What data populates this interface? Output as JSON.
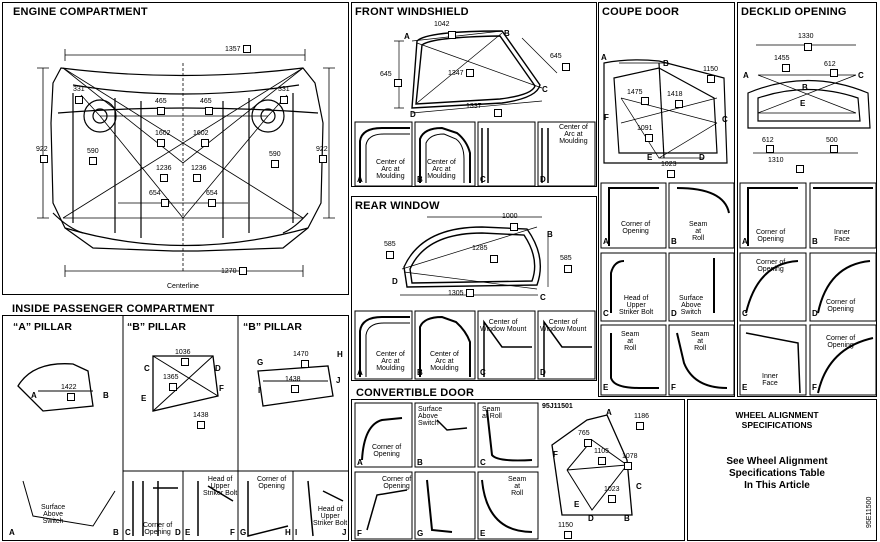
{
  "sections": {
    "engine": "ENGINE  COMPARTMENT",
    "front_windshield": "FRONT WINDSHIELD",
    "coupe_door": "COUPE DOOR",
    "decklid": "DECKLID OPENING",
    "rear_window": "REAR WINDOW",
    "inside": "INSIDE PASSENGER COMPARTMENT",
    "convertible": "CONVERTIBLE DOOR",
    "wheel_alignment": "WHEEL ALIGNMENT\nSPECIFICATIONS"
  },
  "pillars": {
    "a": "“A” PILLAR",
    "b": "“B” PILLAR",
    "b2": "“B” PILLAR"
  },
  "engine": {
    "d1357": "1357",
    "d331a": "331",
    "d331b": "331",
    "d465a": "465",
    "d465b": "465",
    "d1602a": "1602",
    "d1602b": "1602",
    "d922a": "922",
    "d922b": "922",
    "d590a": "590",
    "d590b": "590",
    "d1236a": "1236",
    "d1236b": "1236",
    "d654a": "654",
    "d654b": "654",
    "d1270": "1270",
    "centerline": "Centerline"
  },
  "front_windshield": {
    "d1042": "1042",
    "d645a": "645",
    "d645b": "645",
    "d1347": "1347",
    "d1337": "1337",
    "cap_a": "Center of\nArc at\nMoulding",
    "cap_b": "Center of\nArc at\nMoulding",
    "cap_c": "Center of\nArc at\nMoulding"
  },
  "rear_window": {
    "d1000": "1000",
    "d585a": "585",
    "d585b": "585",
    "d1285": "1285",
    "d1305": "1305",
    "cap_a": "Center of\nArc at\nMoulding",
    "cap_b": "Center of\nArc at\nMoulding",
    "cap_c": "Center of\nWindow Mount",
    "cap_d": "Center of\nWindow Mount"
  },
  "coupe_door": {
    "d1150": "1150",
    "d1475": "1475",
    "d1418": "1418",
    "d1091": "1091",
    "d1023": "1023",
    "cap_a": "Corner of\nOpening",
    "cap_b": "Seam\nat\nRoll",
    "cap_c": "Head of\nUpper\nStriker Bolt",
    "cap_d": "Surface\nAbove\nSwitch",
    "cap_e": "Seam\nat\nRoll",
    "cap_f": "Seam\nat\nRoll"
  },
  "decklid": {
    "d1330": "1330",
    "d1455": "1455",
    "d612a": "612",
    "d612b": "612",
    "d500": "500",
    "d1310": "1310",
    "cap_b": "Inner\nFace",
    "cap_c": "Corner of\nOpening",
    "cap_d": "Corner of\nOpening",
    "cap_e": "Inner\nFace",
    "cap_f": "Corner of\nOpening"
  },
  "inside": {
    "d1422": "1422",
    "d1036": "1036",
    "d1365": "1365",
    "d1438a": "1438",
    "d1470": "1470",
    "d1438b": "1438",
    "cap_a": "Surface\nAbove\nSwitch",
    "cap_c": "Corner of\nOpening",
    "cap_e": "Head of\nUpper\nStriker Bolt",
    "cap_g": "Corner of\nOpening",
    "cap_j": "Head of\nUpper\nStriker Bolt"
  },
  "convertible": {
    "code": "95J11501",
    "d1186": "1186",
    "d765": "765",
    "d1105": "1105",
    "d1078": "1078",
    "d1023": "1023",
    "d1150": "1150",
    "cap_a": "Corner of\nOpening",
    "cap_b": "Surface\nAbove\nSwitch",
    "cap_c": "Seam\nat Roll",
    "cap_e": "Seam\nat\nRoll",
    "cap_f": "Corner of\nOpening"
  },
  "wheel": {
    "text": "See Wheel Alignment\nSpecifications Table\nIn This Article",
    "code": "95E11500"
  }
}
